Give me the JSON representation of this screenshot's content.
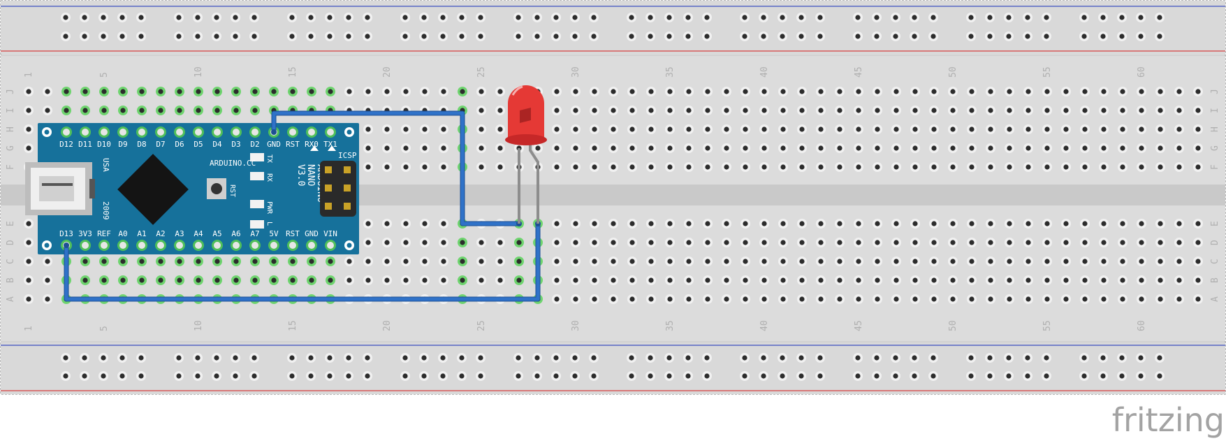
{
  "brand": {
    "name": "fritzing"
  },
  "breadboard": {
    "columns_top": [
      "1",
      "5",
      "10",
      "15",
      "20",
      "25",
      "30",
      "35",
      "40",
      "45",
      "50",
      "55",
      "60"
    ],
    "columns_bottom": [
      "1",
      "5",
      "10",
      "15",
      "20",
      "25",
      "30",
      "35",
      "40",
      "45",
      "50",
      "55",
      "60"
    ],
    "row_letters_top": [
      "J",
      "I",
      "H",
      "G",
      "F"
    ],
    "row_letters_bottom": [
      "E",
      "D",
      "C",
      "B",
      "A"
    ]
  },
  "arduino": {
    "top_pins": [
      "D12",
      "D11",
      "D10",
      "D9",
      "D8",
      "D7",
      "D6",
      "D5",
      "D4",
      "D3",
      "D2",
      "GND",
      "RST",
      "RX0",
      "TX1"
    ],
    "bottom_pins": [
      "D13",
      "3V3",
      "REF",
      "A0",
      "A1",
      "A2",
      "A3",
      "A4",
      "A5",
      "A6",
      "A7",
      "5V",
      "RST",
      "GND",
      "VIN"
    ],
    "text_brand": "ARDUINO.CC",
    "text_model": [
      "ARDUINO",
      "NANO",
      "V3.0"
    ],
    "text_icsp": "ICSP",
    "text_usa": "USA",
    "text_year": "2009",
    "text_rst_button": "RST",
    "led_tx": "TX",
    "led_rx": "RX",
    "led_pwr": "PWR",
    "led_l": "L"
  },
  "colors": {
    "wire": "#2f72c8",
    "led_body": "#e53935",
    "led_leg": "#8d8d8d",
    "board": "#16719b",
    "connected_hole": "#6fd46f",
    "rail_red": "#d84040",
    "rail_blue": "#3b4fc0"
  }
}
